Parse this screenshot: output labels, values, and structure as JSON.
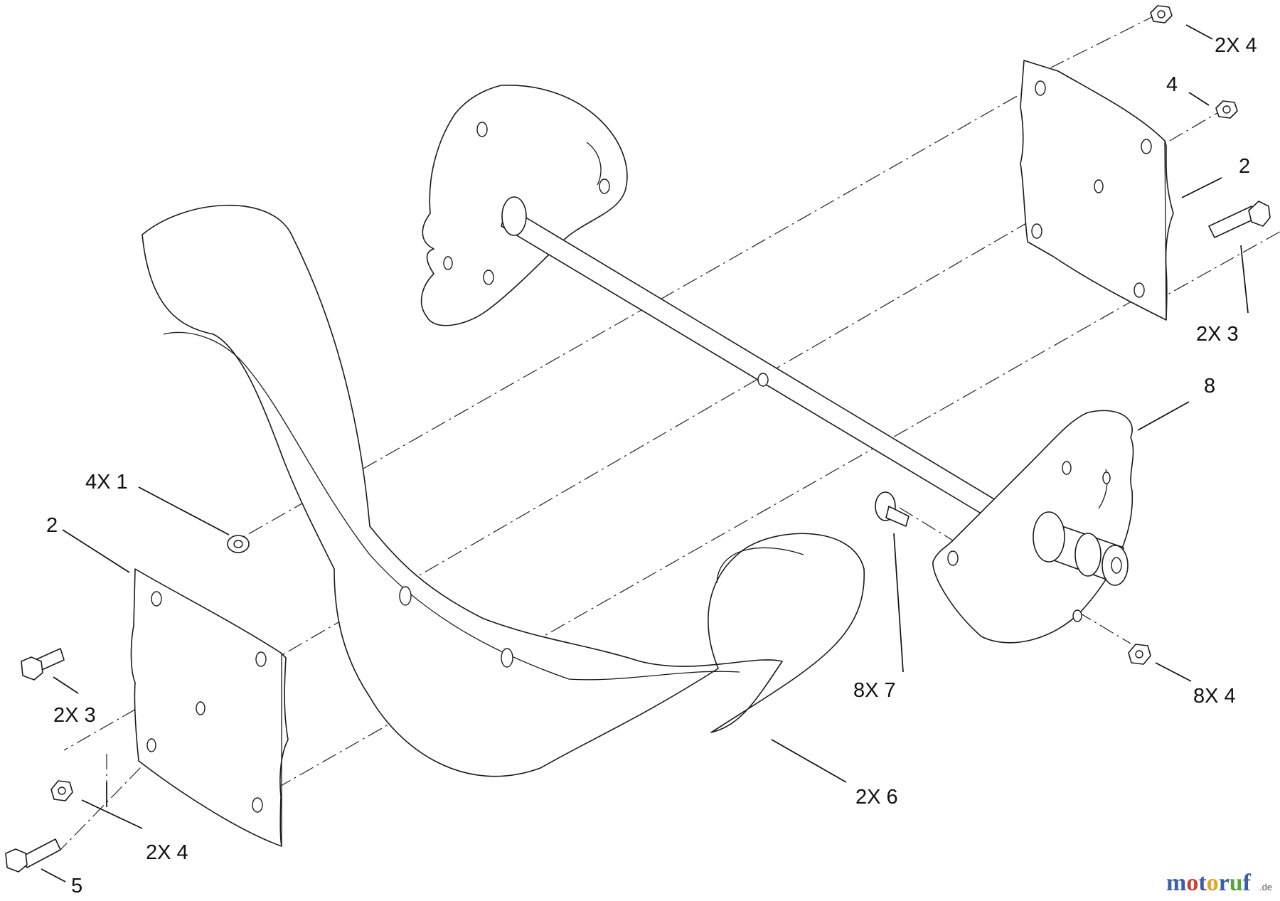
{
  "diagram": {
    "callouts": [
      {
        "id": "c-nut-top",
        "text": "2X  4"
      },
      {
        "id": "c-nut-right",
        "text": "4"
      },
      {
        "id": "c-plate-right",
        "text": "2"
      },
      {
        "id": "c-bolt-right",
        "text": "2X  3"
      },
      {
        "id": "c-disc-right",
        "text": "8"
      },
      {
        "id": "c-spacer",
        "text": "4X  1"
      },
      {
        "id": "c-plate-left",
        "text": "2"
      },
      {
        "id": "c-bolt-left",
        "text": "2X  3"
      },
      {
        "id": "c-nut-left",
        "text": "2X  4"
      },
      {
        "id": "c-bolt-bottom",
        "text": "5"
      },
      {
        "id": "c-flight",
        "text": "2X  6"
      },
      {
        "id": "c-shear-bolt",
        "text": "8X  7"
      },
      {
        "id": "c-nut-disc",
        "text": "8X  4"
      }
    ],
    "watermark": {
      "brand": "motoruf",
      "suffix": ".de"
    }
  }
}
